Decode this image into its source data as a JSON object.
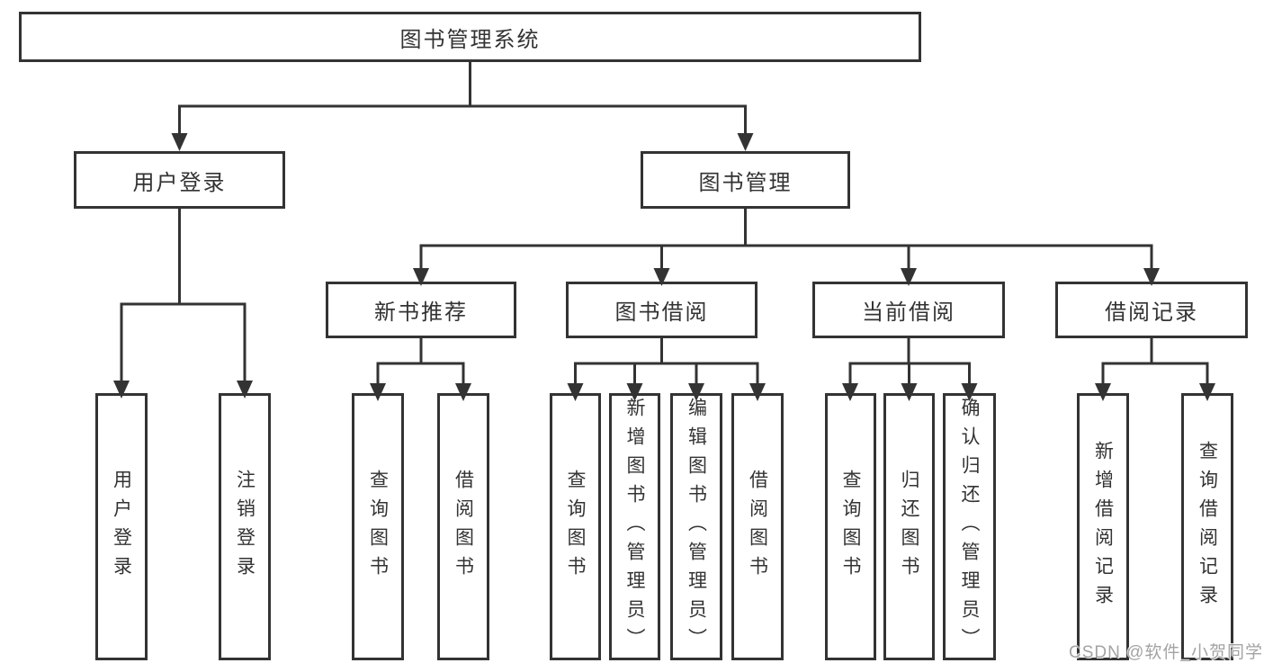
{
  "colors": {
    "line": "#333333",
    "text": "#333333",
    "background": "#ffffff",
    "watermark": "#a3a3a3"
  },
  "nodes": {
    "root": "图书管理系统",
    "level2": [
      "用户登录",
      "图书管理"
    ],
    "level3": [
      "新书推荐",
      "图书借阅",
      "当前借阅",
      "借阅记录"
    ],
    "leaves_user_login": [
      "用户登录",
      "注销登录"
    ],
    "leaves_new_book": [
      "查询图书",
      "借阅图书"
    ],
    "leaves_book_borrow": [
      "查询图书",
      "新增图书（管理员）",
      "编辑图书（管理员）",
      "借阅图书"
    ],
    "leaves_current_borrow": [
      "查询图书",
      "归还图书",
      "确认归还（管理员）"
    ],
    "leaves_borrow_records": [
      "新增借阅记录",
      "查询借阅记录"
    ]
  },
  "watermark": "CSDN @软件_小贺同学"
}
